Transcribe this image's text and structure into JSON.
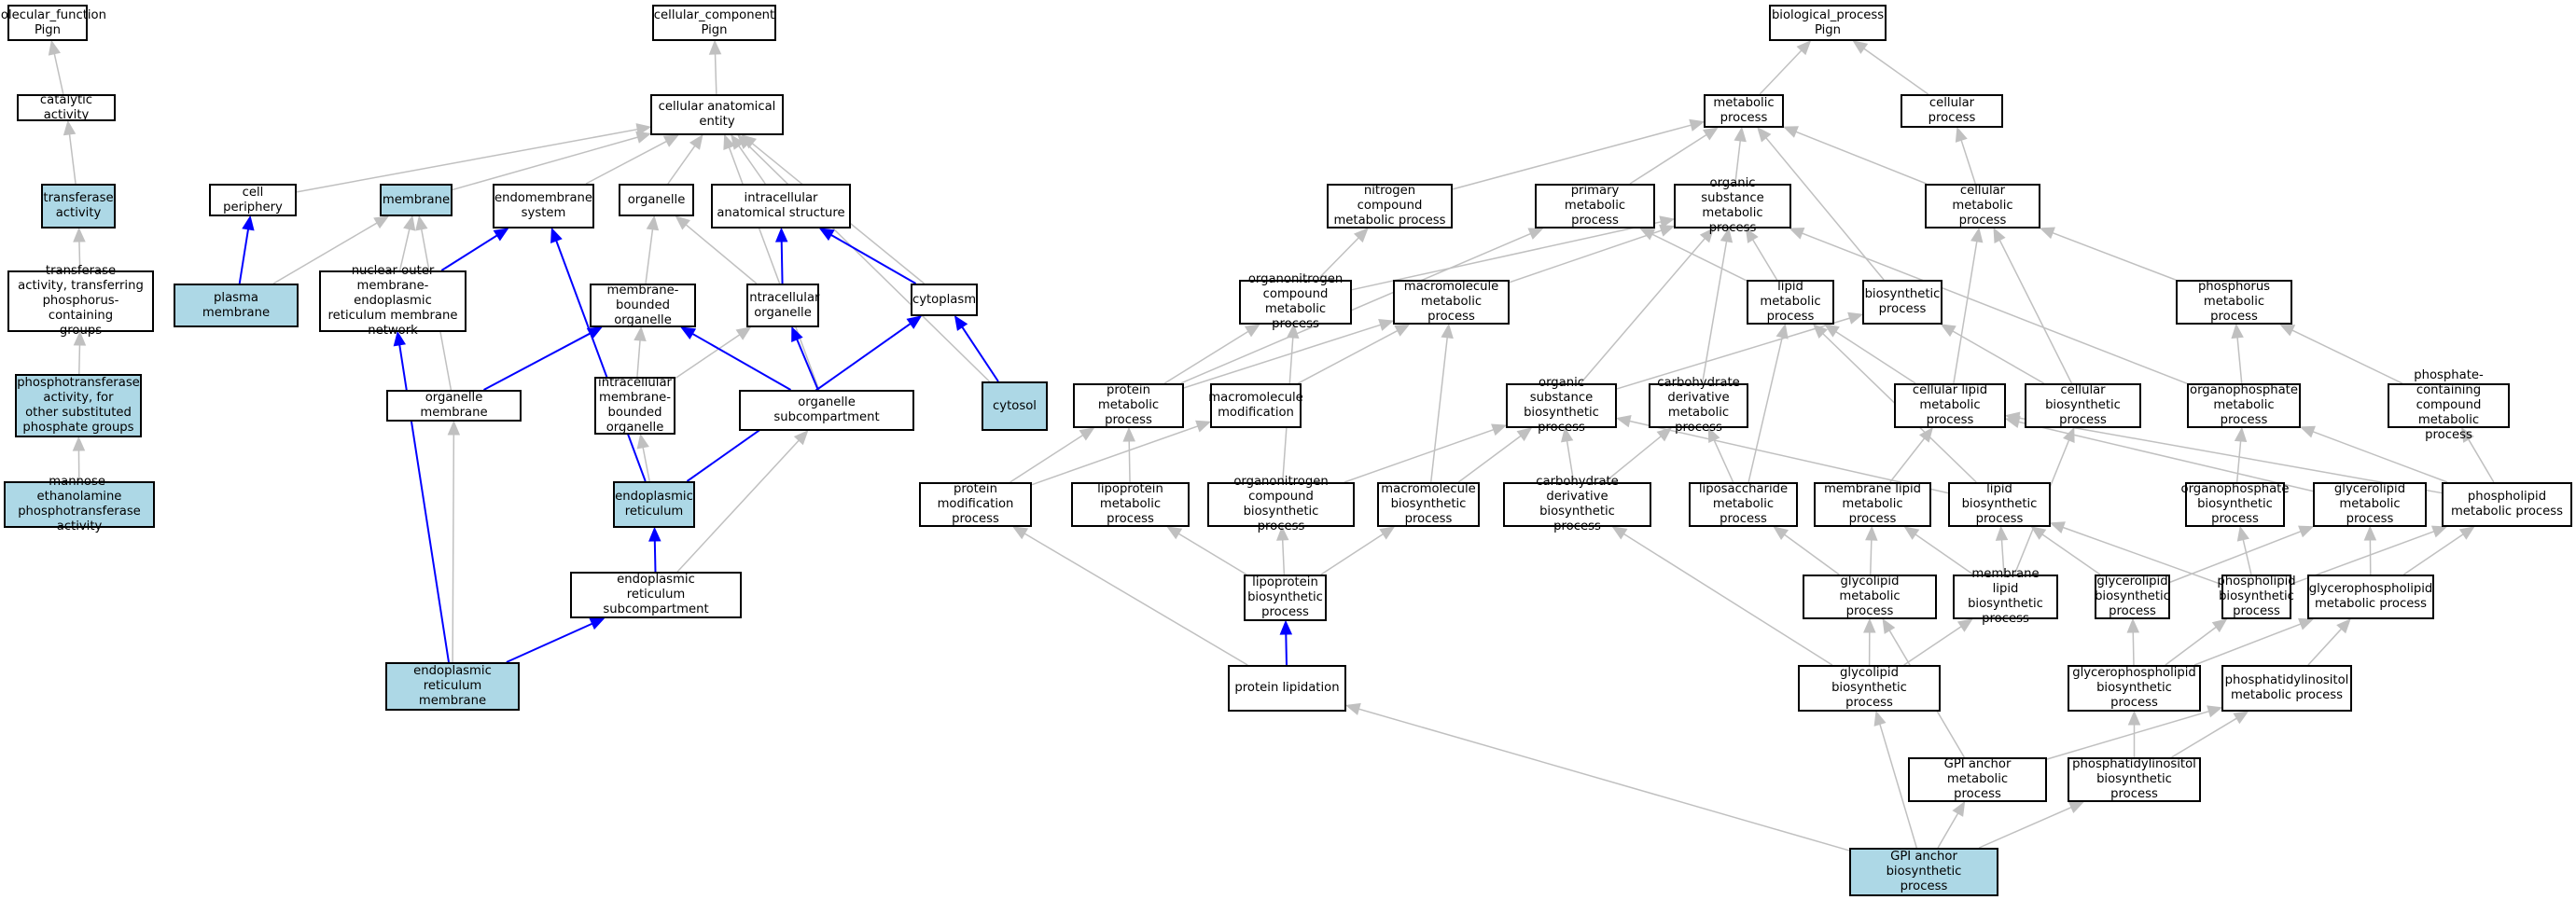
{
  "nodes": [
    {
      "id": "mf",
      "label": "molecular_function\nPign",
      "hl": false
    },
    {
      "id": "cat",
      "label": "catalytic activity",
      "hl": false
    },
    {
      "id": "trans",
      "label": "transferase\nactivity",
      "hl": true
    },
    {
      "id": "tphos",
      "label": "transferase\nactivity, transferring\nphosphorus-containing\ngroups",
      "hl": false
    },
    {
      "id": "ptrans",
      "label": "phosphotransferase\nactivity, for\nother substituted\nphosphate groups",
      "hl": true
    },
    {
      "id": "mepta",
      "label": "mannose-ethanolamine\nphosphotransferase\nactivity",
      "hl": true
    },
    {
      "id": "cc",
      "label": "cellular_component\nPign",
      "hl": false
    },
    {
      "id": "cae",
      "label": "cellular anatomical\nentity",
      "hl": false
    },
    {
      "id": "cellper",
      "label": "cell periphery",
      "hl": false
    },
    {
      "id": "memb",
      "label": "membrane",
      "hl": true
    },
    {
      "id": "endosys",
      "label": "endomembrane\nsystem",
      "hl": false
    },
    {
      "id": "organelle",
      "label": "organelle",
      "hl": false
    },
    {
      "id": "ias",
      "label": "intracellular\nanatomical structure",
      "hl": false
    },
    {
      "id": "pm",
      "label": "plasma membrane",
      "hl": true
    },
    {
      "id": "nom",
      "label": "nuclear outer\nmembrane-endoplasmic\nreticulum membrane\nnetwork",
      "hl": false
    },
    {
      "id": "mbo",
      "label": "membrane-bounded\norganelle",
      "hl": false
    },
    {
      "id": "io",
      "label": "intracellular\norganelle",
      "hl": false
    },
    {
      "id": "cyto",
      "label": "cytoplasm",
      "hl": false
    },
    {
      "id": "orgmem",
      "label": "organelle membrane",
      "hl": false
    },
    {
      "id": "imbo",
      "label": "intracellular\nmembrane-bounded\norganelle",
      "hl": false
    },
    {
      "id": "osub",
      "label": "organelle subcompartment",
      "hl": false
    },
    {
      "id": "cytosol",
      "label": "cytosol",
      "hl": true
    },
    {
      "id": "er",
      "label": "endoplasmic\nreticulum",
      "hl": true
    },
    {
      "id": "ersub",
      "label": "endoplasmic\nreticulum subcompartment",
      "hl": false
    },
    {
      "id": "erm",
      "label": "endoplasmic\nreticulum membrane",
      "hl": true
    },
    {
      "id": "bp",
      "label": "biological_process\nPign",
      "hl": false
    },
    {
      "id": "met",
      "label": "metabolic process",
      "hl": false
    },
    {
      "id": "cellp",
      "label": "cellular process",
      "hl": false
    },
    {
      "id": "ncm",
      "label": "nitrogen compound\nmetabolic process",
      "hl": false
    },
    {
      "id": "pmp",
      "label": "primary metabolic\nprocess",
      "hl": false
    },
    {
      "id": "osm",
      "label": "organic substance\nmetabolic process",
      "hl": false
    },
    {
      "id": "cmp",
      "label": "cellular metabolic\nprocess",
      "hl": false
    },
    {
      "id": "oncm",
      "label": "organonitrogen\ncompound metabolic\nprocess",
      "hl": false
    },
    {
      "id": "macmp",
      "label": "macromolecule\nmetabolic process",
      "hl": false
    },
    {
      "id": "lmp",
      "label": "lipid metabolic\nprocess",
      "hl": false
    },
    {
      "id": "biosyn",
      "label": "biosynthetic\nprocess",
      "hl": false
    },
    {
      "id": "phosmp",
      "label": "phosphorus metabolic\nprocess",
      "hl": false
    },
    {
      "id": "protmp",
      "label": "protein metabolic\nprocess",
      "hl": false
    },
    {
      "id": "macmod",
      "label": "macromolecule\nmodification",
      "hl": false
    },
    {
      "id": "osbp",
      "label": "organic substance\nbiosynthetic\nprocess",
      "hl": false
    },
    {
      "id": "cdmp",
      "label": "carbohydrate\nderivative metabolic\nprocess",
      "hl": false
    },
    {
      "id": "clmp",
      "label": "cellular lipid\nmetabolic process",
      "hl": false
    },
    {
      "id": "cbp",
      "label": "cellular biosynthetic\nprocess",
      "hl": false
    },
    {
      "id": "opmp",
      "label": "organophosphate\nmetabolic process",
      "hl": false
    },
    {
      "id": "pccmp",
      "label": "phosphate-containing\ncompound metabolic\nprocess",
      "hl": false
    },
    {
      "id": "pmodp",
      "label": "protein modification\nprocess",
      "hl": false
    },
    {
      "id": "lpmp",
      "label": "lipoprotein\nmetabolic process",
      "hl": false
    },
    {
      "id": "oncbp",
      "label": "organonitrogen\ncompound biosynthetic\nprocess",
      "hl": false
    },
    {
      "id": "macbp",
      "label": "macromolecule\nbiosynthetic\nprocess",
      "hl": false
    },
    {
      "id": "cdbp",
      "label": "carbohydrate\nderivative biosynthetic\nprocess",
      "hl": false
    },
    {
      "id": "lpsmp",
      "label": "liposaccharide\nmetabolic process",
      "hl": false
    },
    {
      "id": "mlmp",
      "label": "membrane lipid\nmetabolic process",
      "hl": false
    },
    {
      "id": "lbp",
      "label": "lipid biosynthetic\nprocess",
      "hl": false
    },
    {
      "id": "opbp",
      "label": "organophosphate\nbiosynthetic\nprocess",
      "hl": false
    },
    {
      "id": "glmp",
      "label": "glycerolipid\nmetabolic process",
      "hl": false
    },
    {
      "id": "plmp",
      "label": "phospholipid\nmetabolic process",
      "hl": false
    },
    {
      "id": "lpbp",
      "label": "lipoprotein\nbiosynthetic\nprocess",
      "hl": false
    },
    {
      "id": "gclmp",
      "label": "glycolipid metabolic\nprocess",
      "hl": false
    },
    {
      "id": "mlbp",
      "label": "membrane lipid\nbiosynthetic\nprocess",
      "hl": false
    },
    {
      "id": "glbp",
      "label": "glycerolipid\nbiosynthetic\nprocess",
      "hl": false
    },
    {
      "id": "plbp",
      "label": "phospholipid\nbiosynthetic\nprocess",
      "hl": false
    },
    {
      "id": "gpmp",
      "label": "glycerophospholipid\nmetabolic process",
      "hl": false
    },
    {
      "id": "plip",
      "label": "protein lipidation",
      "hl": false
    },
    {
      "id": "gclbp",
      "label": "glycolipid biosynthetic\nprocess",
      "hl": false
    },
    {
      "id": "gpbp",
      "label": "glycerophospholipid\nbiosynthetic\nprocess",
      "hl": false
    },
    {
      "id": "pimp",
      "label": "phosphatidylinositol\nmetabolic process",
      "hl": false
    },
    {
      "id": "gpimp",
      "label": "GPI anchor metabolic\nprocess",
      "hl": false
    },
    {
      "id": "pibp",
      "label": "phosphatidylinositol\nbiosynthetic\nprocess",
      "hl": false
    },
    {
      "id": "gpibp",
      "label": "GPI anchor biosynthetic\nprocess",
      "hl": true
    }
  ],
  "edges": [
    {
      "from": "cat",
      "to": "mf",
      "blue": false
    },
    {
      "from": "trans",
      "to": "cat",
      "blue": false
    },
    {
      "from": "tphos",
      "to": "trans",
      "blue": false
    },
    {
      "from": "ptrans",
      "to": "tphos",
      "blue": false
    },
    {
      "from": "mepta",
      "to": "ptrans",
      "blue": false
    },
    {
      "from": "cae",
      "to": "cc",
      "blue": false
    },
    {
      "from": "cellper",
      "to": "cae",
      "blue": false
    },
    {
      "from": "memb",
      "to": "cae",
      "blue": false
    },
    {
      "from": "endosys",
      "to": "cae",
      "blue": false
    },
    {
      "from": "organelle",
      "to": "cae",
      "blue": false
    },
    {
      "from": "ias",
      "to": "cae",
      "blue": false
    },
    {
      "from": "cyto",
      "to": "cae",
      "blue": false
    },
    {
      "from": "osub",
      "to": "cae",
      "blue": false
    },
    {
      "from": "cytosol",
      "to": "cae",
      "blue": false
    },
    {
      "from": "pm",
      "to": "cellper",
      "blue": true
    },
    {
      "from": "pm",
      "to": "memb",
      "blue": false
    },
    {
      "from": "nom",
      "to": "endosys",
      "blue": true
    },
    {
      "from": "nom",
      "to": "memb",
      "blue": false
    },
    {
      "from": "orgmem",
      "to": "memb",
      "blue": false
    },
    {
      "from": "er",
      "to": "endosys",
      "blue": true
    },
    {
      "from": "mbo",
      "to": "organelle",
      "blue": false
    },
    {
      "from": "io",
      "to": "organelle",
      "blue": false
    },
    {
      "from": "io",
      "to": "ias",
      "blue": true
    },
    {
      "from": "cyto",
      "to": "ias",
      "blue": true
    },
    {
      "from": "orgmem",
      "to": "mbo",
      "blue": true
    },
    {
      "from": "imbo",
      "to": "mbo",
      "blue": false
    },
    {
      "from": "imbo",
      "to": "io",
      "blue": false
    },
    {
      "from": "osub",
      "to": "mbo",
      "blue": true
    },
    {
      "from": "osub",
      "to": "io",
      "blue": true
    },
    {
      "from": "cytosol",
      "to": "cyto",
      "blue": true
    },
    {
      "from": "er",
      "to": "imbo",
      "blue": false
    },
    {
      "from": "er",
      "to": "cyto",
      "blue": true
    },
    {
      "from": "ersub",
      "to": "er",
      "blue": true
    },
    {
      "from": "ersub",
      "to": "osub",
      "blue": false
    },
    {
      "from": "erm",
      "to": "ersub",
      "blue": true
    },
    {
      "from": "erm",
      "to": "nom",
      "blue": true
    },
    {
      "from": "erm",
      "to": "orgmem",
      "blue": false
    },
    {
      "from": "met",
      "to": "bp",
      "blue": false
    },
    {
      "from": "cellp",
      "to": "bp",
      "blue": false
    },
    {
      "from": "ncm",
      "to": "met",
      "blue": false
    },
    {
      "from": "pmp",
      "to": "met",
      "blue": false
    },
    {
      "from": "osm",
      "to": "met",
      "blue": false
    },
    {
      "from": "cmp",
      "to": "met",
      "blue": false
    },
    {
      "from": "cmp",
      "to": "cellp",
      "blue": false
    },
    {
      "from": "biosyn",
      "to": "met",
      "blue": false
    },
    {
      "from": "oncm",
      "to": "ncm",
      "blue": false
    },
    {
      "from": "oncm",
      "to": "osm",
      "blue": false
    },
    {
      "from": "macmp",
      "to": "osm",
      "blue": false
    },
    {
      "from": "lmp",
      "to": "pmp",
      "blue": false
    },
    {
      "from": "lmp",
      "to": "osm",
      "blue": false
    },
    {
      "from": "phosmp",
      "to": "cmp",
      "blue": false
    },
    {
      "from": "protmp",
      "to": "pmp",
      "blue": false
    },
    {
      "from": "protmp",
      "to": "oncm",
      "blue": false
    },
    {
      "from": "protmp",
      "to": "macmp",
      "blue": false
    },
    {
      "from": "macmod",
      "to": "macmp",
      "blue": false
    },
    {
      "from": "osbp",
      "to": "osm",
      "blue": false
    },
    {
      "from": "osbp",
      "to": "biosyn",
      "blue": false
    },
    {
      "from": "cdmp",
      "to": "osm",
      "blue": false
    },
    {
      "from": "clmp",
      "to": "lmp",
      "blue": false
    },
    {
      "from": "clmp",
      "to": "cmp",
      "blue": false
    },
    {
      "from": "cbp",
      "to": "biosyn",
      "blue": false
    },
    {
      "from": "cbp",
      "to": "cmp",
      "blue": false
    },
    {
      "from": "opmp",
      "to": "phosmp",
      "blue": false
    },
    {
      "from": "opmp",
      "to": "osm",
      "blue": false
    },
    {
      "from": "pccmp",
      "to": "phosmp",
      "blue": false
    },
    {
      "from": "pmodp",
      "to": "protmp",
      "blue": false
    },
    {
      "from": "pmodp",
      "to": "macmod",
      "blue": false
    },
    {
      "from": "lpmp",
      "to": "protmp",
      "blue": false
    },
    {
      "from": "oncbp",
      "to": "oncm",
      "blue": false
    },
    {
      "from": "oncbp",
      "to": "osbp",
      "blue": false
    },
    {
      "from": "macbp",
      "to": "macmp",
      "blue": false
    },
    {
      "from": "macbp",
      "to": "osbp",
      "blue": false
    },
    {
      "from": "cdbp",
      "to": "osbp",
      "blue": false
    },
    {
      "from": "cdbp",
      "to": "cdmp",
      "blue": false
    },
    {
      "from": "lpsmp",
      "to": "cdmp",
      "blue": false
    },
    {
      "from": "lpsmp",
      "to": "lmp",
      "blue": false
    },
    {
      "from": "mlmp",
      "to": "clmp",
      "blue": false
    },
    {
      "from": "lbp",
      "to": "lmp",
      "blue": false
    },
    {
      "from": "lbp",
      "to": "osbp",
      "blue": false
    },
    {
      "from": "opbp",
      "to": "opmp",
      "blue": false
    },
    {
      "from": "glmp",
      "to": "clmp",
      "blue": false
    },
    {
      "from": "plmp",
      "to": "opmp",
      "blue": false
    },
    {
      "from": "plmp",
      "to": "clmp",
      "blue": false
    },
    {
      "from": "plmp",
      "to": "pccmp",
      "blue": false
    },
    {
      "from": "lpbp",
      "to": "lpmp",
      "blue": false
    },
    {
      "from": "lpbp",
      "to": "oncbp",
      "blue": false
    },
    {
      "from": "lpbp",
      "to": "macbp",
      "blue": false
    },
    {
      "from": "gclmp",
      "to": "mlmp",
      "blue": false
    },
    {
      "from": "gclmp",
      "to": "lpsmp",
      "blue": false
    },
    {
      "from": "mlbp",
      "to": "mlmp",
      "blue": false
    },
    {
      "from": "mlbp",
      "to": "lbp",
      "blue": false
    },
    {
      "from": "mlbp",
      "to": "cbp",
      "blue": false
    },
    {
      "from": "glbp",
      "to": "glmp",
      "blue": false
    },
    {
      "from": "glbp",
      "to": "lbp",
      "blue": false
    },
    {
      "from": "plbp",
      "to": "plmp",
      "blue": false
    },
    {
      "from": "plbp",
      "to": "lbp",
      "blue": false
    },
    {
      "from": "plbp",
      "to": "opbp",
      "blue": false
    },
    {
      "from": "gpmp",
      "to": "glmp",
      "blue": false
    },
    {
      "from": "gpmp",
      "to": "plmp",
      "blue": false
    },
    {
      "from": "plip",
      "to": "lpbp",
      "blue": true
    },
    {
      "from": "plip",
      "to": "pmodp",
      "blue": false
    },
    {
      "from": "gclbp",
      "to": "gclmp",
      "blue": false
    },
    {
      "from": "gclbp",
      "to": "mlbp",
      "blue": false
    },
    {
      "from": "gclbp",
      "to": "cdbp",
      "blue": false
    },
    {
      "from": "gpbp",
      "to": "gpmp",
      "blue": false
    },
    {
      "from": "gpbp",
      "to": "glbp",
      "blue": false
    },
    {
      "from": "gpbp",
      "to": "plbp",
      "blue": false
    },
    {
      "from": "pimp",
      "to": "gpmp",
      "blue": false
    },
    {
      "from": "gpimp",
      "to": "gclmp",
      "blue": false
    },
    {
      "from": "gpimp",
      "to": "pimp",
      "blue": false
    },
    {
      "from": "pibp",
      "to": "pimp",
      "blue": false
    },
    {
      "from": "pibp",
      "to": "gpbp",
      "blue": false
    },
    {
      "from": "gpibp",
      "to": "gpimp",
      "blue": false
    },
    {
      "from": "gpibp",
      "to": "gclbp",
      "blue": false
    },
    {
      "from": "gpibp",
      "to": "pibp",
      "blue": false
    },
    {
      "from": "gpibp",
      "to": "plip",
      "blue": false
    }
  ],
  "colors": {
    "highlight": "#add8e6",
    "edge_gray": "#c0c0c0",
    "edge_blue": "#0000ff"
  }
}
